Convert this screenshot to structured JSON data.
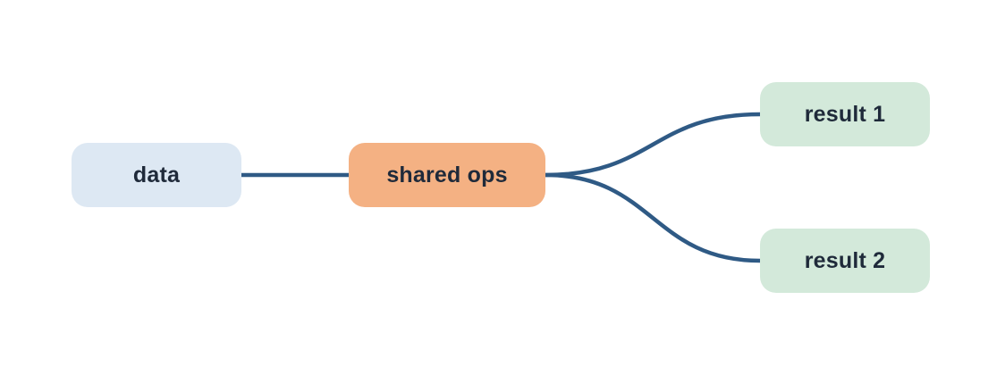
{
  "colors": {
    "edge": "#2f5a85",
    "text": "#1f2a3a",
    "data_fill": "#dde8f3",
    "shared_fill": "#f4b183",
    "result_fill": "#d3e9da"
  },
  "nodes": {
    "data": {
      "label": "data"
    },
    "shared_ops": {
      "label": "shared ops"
    },
    "result_1": {
      "label": "result 1"
    },
    "result_2": {
      "label": "result 2"
    }
  },
  "edges": [
    {
      "from": "data",
      "to": "shared_ops"
    },
    {
      "from": "shared_ops",
      "to": "result_1"
    },
    {
      "from": "shared_ops",
      "to": "result_2"
    }
  ]
}
